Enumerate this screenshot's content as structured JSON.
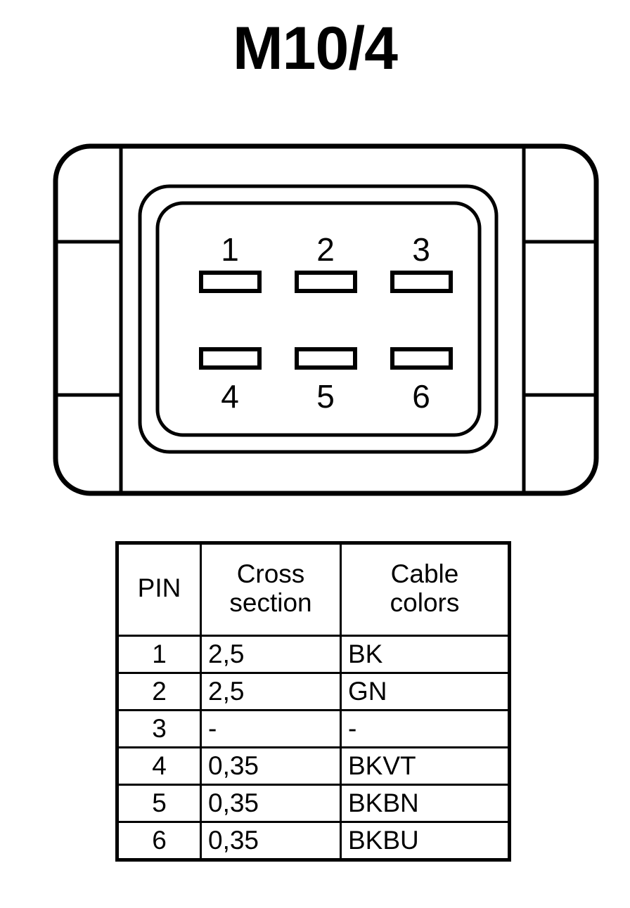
{
  "title": "M10/4",
  "connector": {
    "name": "6-way rectangular connector front view",
    "pin_rows": [
      {
        "pins": [
          {
            "number": "1",
            "label_position": "above"
          },
          {
            "number": "2",
            "label_position": "above"
          },
          {
            "number": "3",
            "label_position": "above"
          }
        ]
      },
      {
        "pins": [
          {
            "number": "4",
            "label_position": "below"
          },
          {
            "number": "5",
            "label_position": "below"
          },
          {
            "number": "6",
            "label_position": "below"
          }
        ]
      }
    ]
  },
  "table": {
    "headers": [
      "PIN",
      "Cross section",
      "Cable colors"
    ],
    "header_lines": {
      "pin": [
        "PIN"
      ],
      "cross_section": [
        "Cross",
        "section"
      ],
      "cable_colors": [
        "Cable",
        "colors"
      ]
    },
    "rows": [
      {
        "pin": "1",
        "cross_section": "2,5",
        "cable_colors": "BK"
      },
      {
        "pin": "2",
        "cross_section": "2,5",
        "cable_colors": "GN"
      },
      {
        "pin": "3",
        "cross_section": "-",
        "cable_colors": "-"
      },
      {
        "pin": "4",
        "cross_section": "0,35",
        "cable_colors": "BKVT"
      },
      {
        "pin": "5",
        "cross_section": "0,35",
        "cable_colors": "BKBN"
      },
      {
        "pin": "6",
        "cross_section": "0,35",
        "cable_colors": "BKBU"
      }
    ]
  },
  "colors": {
    "stroke": "#000000",
    "background": "#ffffff"
  }
}
